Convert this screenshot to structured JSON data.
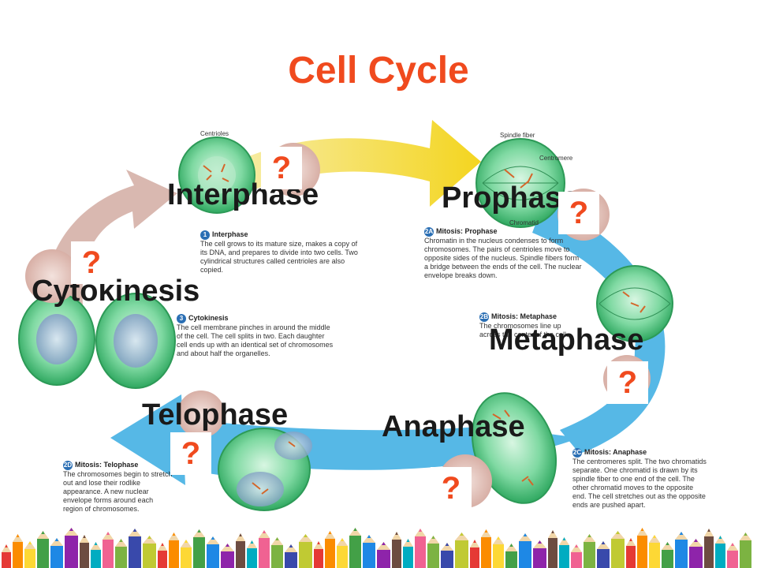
{
  "title": "Cell Cycle",
  "phases": {
    "interphase": "Interphase",
    "prophase": "Prophase",
    "metaphase": "Metaphase",
    "anaphase": "Anaphase",
    "telophase": "Telophase",
    "cytokinesis": "Cytokinesis"
  },
  "question_mark": "?",
  "labels": {
    "centrioles": "Centrioles",
    "spindle_fiber": "Spindle fiber",
    "centromere": "Centromere",
    "chromatid": "Chromatid"
  },
  "descriptions": {
    "interphase": {
      "num": "1",
      "heading": "Interphase",
      "text": "The cell grows to its mature size, makes a copy of its DNA, and prepares to divide into two cells. Two cylindrical structures called centrioles are also copied."
    },
    "prophase": {
      "num": "2A",
      "heading": "Mitosis: Prophase",
      "text": "Chromatin in the nucleus condenses to form chromosomes. The pairs of centrioles move to opposite sides of the nucleus. Spindle fibers form a bridge between the ends of the cell. The nuclear envelope breaks down."
    },
    "cytokinesis": {
      "num": "3",
      "heading": "Cytokinesis",
      "text": "The cell membrane pinches in around the middle of the cell. The cell splits in two. Each daughter cell ends up with an identical set of chromosomes and about half the organelles."
    },
    "metaphase": {
      "num": "2B",
      "heading": "Mitosis: Metaphase",
      "text": "The chromosomes line up across the center of the cell."
    },
    "anaphase": {
      "num": "2C",
      "heading": "Mitosis: Anaphase",
      "text": "The centromeres split. The two chromatids separate. One chromatid is drawn by its spindle fiber to one end of the cell. The other chromatid moves to the opposite end. The cell stretches out as the opposite ends are pushed apart."
    },
    "telophase": {
      "num": "2D",
      "heading": "Mitosis: Telophase",
      "text": "The chromosomes begin to stretch out and lose their rodlike appearance. A new nuclear envelope forms around each region of chromosomes."
    }
  },
  "colors": {
    "title": "#f04a1e",
    "question": "#f04a1e",
    "arrow_yellow": "#f5e04a",
    "arrow_blue": "#56b8e6",
    "arrow_pink": "#d9b8b0",
    "cell_green": "#5cc98a"
  }
}
